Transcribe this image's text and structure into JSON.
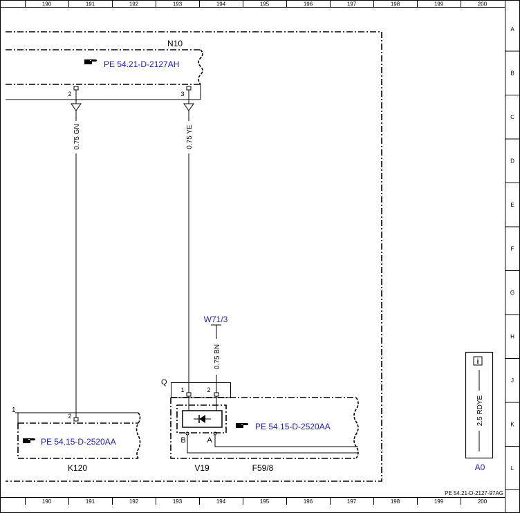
{
  "frame": {
    "columns": [
      "190",
      "191",
      "192",
      "193",
      "194",
      "195",
      "196",
      "197",
      "198",
      "199",
      "200"
    ],
    "rows": [
      "A",
      "B",
      "C",
      "D",
      "E",
      "F",
      "G",
      "H",
      "J",
      "K",
      "L"
    ],
    "doc_ref": "PE 54.21-D-2127-97AG"
  },
  "components": {
    "n10": {
      "label": "N10",
      "ref": "PE 54.21-D-2127AH",
      "pin_left": "2",
      "pin_right": "3"
    },
    "k120": {
      "label": "K120",
      "ref": "PE 54.15-D-2520AA",
      "pin": "2",
      "line_number": "1"
    },
    "v19": {
      "label": "V19",
      "pin_b": "B",
      "pin_a": "A"
    },
    "f59_8": {
      "label": "F59/8",
      "ref": "PE 54.15-D-2520AA"
    },
    "q": {
      "label": "Q",
      "pin_1": "1",
      "pin_2": "2"
    },
    "w71_3": {
      "label": "W71/3"
    }
  },
  "wires": {
    "gn": "0.75 GN",
    "ye": "0.75 YE",
    "bn": "0.75 BN"
  },
  "legend": {
    "info_icon": "i",
    "wire": "2.5 RDYE",
    "ref": "A0"
  },
  "colors": {
    "link": "#1a1adc",
    "line": "#000000"
  },
  "icons": {
    "reference": "pointing-hand-icon",
    "info": "info-icon",
    "diode": "diode-icon"
  }
}
